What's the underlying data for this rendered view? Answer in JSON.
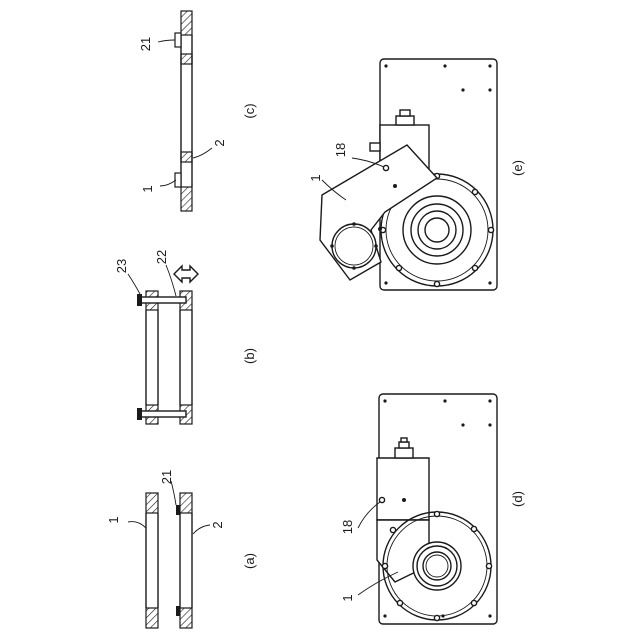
{
  "figures": {
    "a": {
      "caption": "(a)",
      "labels": {
        "plate_upper": "1",
        "plate_lower": "2",
        "spacer": "21"
      }
    },
    "b": {
      "caption": "(b)",
      "labels": {
        "fastener_head": "23",
        "bolt": "22"
      }
    },
    "c": {
      "caption": "(c)",
      "labels": {
        "plate_upper": "1",
        "plate_lower": "2",
        "spacer": "21"
      }
    },
    "d": {
      "caption": "(d)",
      "labels": {
        "arm": "1",
        "pivot": "18"
      }
    },
    "e": {
      "caption": "(e)",
      "labels": {
        "arm": "1",
        "pivot": "18"
      }
    }
  }
}
